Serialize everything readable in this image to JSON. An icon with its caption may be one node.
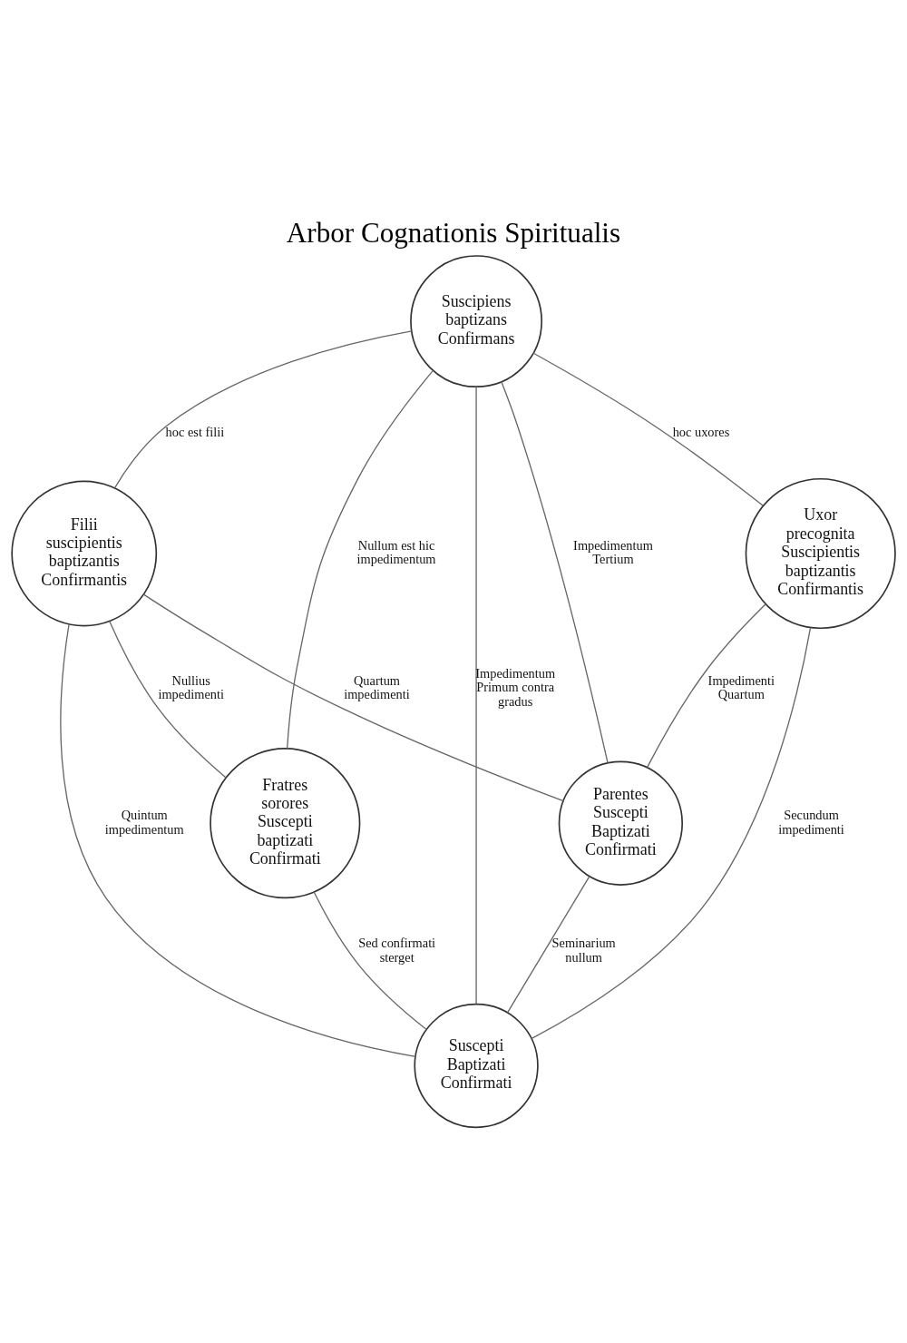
{
  "diagram": {
    "title": "Arbor Cognationis Spiritualis",
    "nodes": [
      {
        "text": [
          "Suscipiens baptizans Confirmans"
        ]
      },
      {
        "text": [
          "Filii suscipientis baptizantis Confirmantis"
        ]
      },
      {
        "text": [
          "Uxor precognita",
          "Suscipientis baptizantis Confirmantis"
        ]
      },
      {
        "text": [
          "Fratres sorores",
          "Suscepti baptizati Confirmati"
        ]
      },
      {
        "text": [
          "Parentes",
          "Suscepti Baptizati Confirmati"
        ]
      },
      {
        "text": [
          "Suscepti Baptizati Confirmati"
        ]
      }
    ],
    "edges": [
      {
        "from": 0,
        "to": 1,
        "arrow": "none",
        "label": "hoc est filii"
      },
      {
        "from": 0,
        "to": 3,
        "arrow": "none",
        "label": "Nullum est hic impedimentum"
      },
      {
        "from": 0,
        "to": 5,
        "arrow": "none",
        "label": "Impedimentum Primum contra gradus"
      },
      {
        "from": 0,
        "to": 4,
        "arrow": "none",
        "label": "Impedimentum Tertium"
      },
      {
        "from": 0,
        "to": 2,
        "arrow": "none",
        "label": "hoc uxores"
      },
      {
        "from": 1,
        "to": 3,
        "arrow": "none",
        "label": "Nullius impedimenti"
      },
      {
        "from": 1,
        "to": 5,
        "arrow": "none",
        "label": "Quintum impedimentum"
      },
      {
        "from": 1,
        "to": 4,
        "arrow": "none",
        "label": "Quartum impedimenti"
      },
      {
        "from": 2,
        "to": 5,
        "arrow": "none",
        "label": "Secundum impedimenti"
      },
      {
        "from": 2,
        "to": 4,
        "arrow": "none",
        "label": "Impedimenti Quartum"
      },
      {
        "from": 3,
        "to": 5,
        "arrow": "none",
        "label": "Sed confirmati sterget"
      },
      {
        "from": 4,
        "to": 5,
        "arrow": "none",
        "label": "Seminarium nullum"
      }
    ]
  }
}
